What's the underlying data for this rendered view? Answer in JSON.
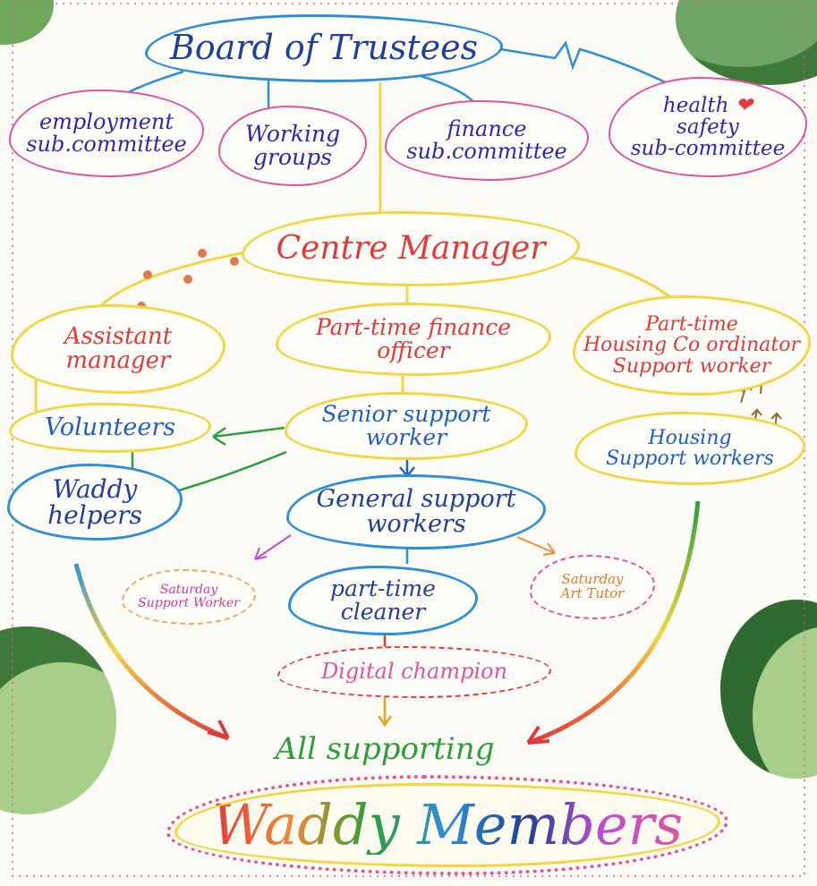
{
  "nodes": {
    "board": "Board of Trustees",
    "employment": [
      "employment",
      "sub.committee"
    ],
    "working": [
      "Working",
      "groups"
    ],
    "finance_sub": [
      "finance",
      "sub.committee"
    ],
    "health": [
      "health",
      "safety",
      "sub-committee"
    ],
    "manager": "Centre Manager",
    "assistant": [
      "Assistant",
      "manager"
    ],
    "finance_officer": [
      "Part-time finance",
      "officer"
    ],
    "housing_coord": [
      "Part-time",
      "Housing Co ordinator",
      "Support worker"
    ],
    "volunteers": "Volunteers",
    "senior": [
      "Senior support",
      "worker"
    ],
    "housing_support": [
      "Housing",
      "Support workers"
    ],
    "waddy_helpers": [
      "Waddy",
      "helpers"
    ],
    "general": [
      "General support",
      "workers"
    ],
    "saturday_support": [
      "Saturday",
      "Support Worker"
    ],
    "cleaner": [
      "part-time",
      "cleaner"
    ],
    "art_tutor": [
      "Saturday",
      "Art Tutor"
    ],
    "digital": "Digital champion",
    "all_supporting": "All supporting",
    "members": "Waddy Members"
  },
  "colors": {
    "pink": "#e0559a",
    "yellow": "#f2d645",
    "blue": "#2f8fd6",
    "red": "#e23a3a",
    "green": "#2e9e3a",
    "navy": "#1f3f9a",
    "leaf_dark": "#3f7a3a",
    "leaf_light": "#a8cf8a"
  },
  "icons": [
    "paw-print-icon",
    "footprint-arrows-icon",
    "heart-icon"
  ]
}
